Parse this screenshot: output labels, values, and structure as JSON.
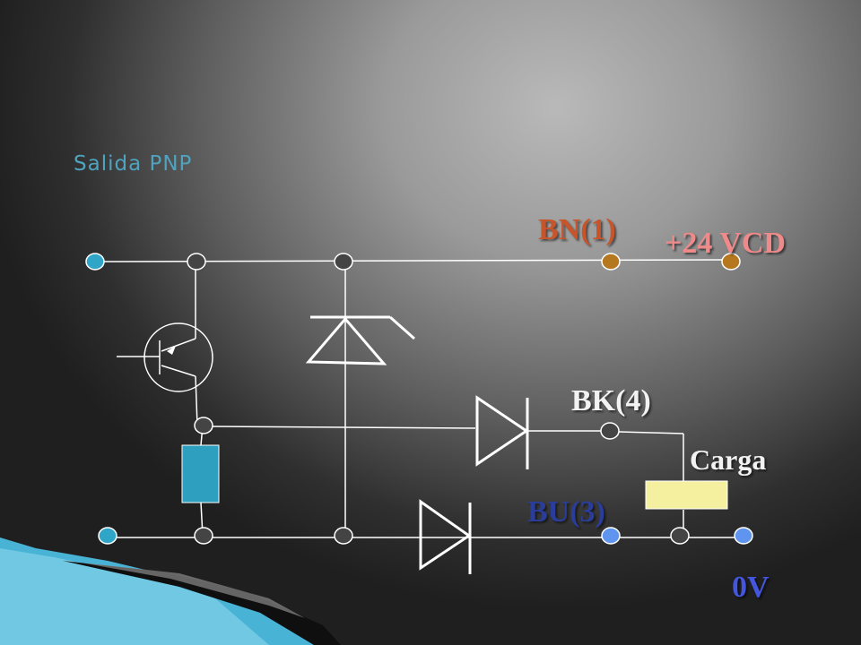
{
  "slide": {
    "title": "Salida PNP"
  },
  "labels": {
    "bn": "BN(1)",
    "vcd": "+24 VCD",
    "bk": "BK(4)",
    "carga": "Carga",
    "bu": "BU(3)",
    "zero_v": "0V"
  },
  "colors": {
    "title": "#4fa3bf",
    "bn_label": "#c8552a",
    "vcd_label": "#f08a8a",
    "bu_label": "#2a3d9a",
    "zero_v_label": "#4456dd",
    "brown_terminal": "#b5781e",
    "blue_terminal": "#5f95ee",
    "cyan_terminal": "#2fa6c8",
    "dark_node": "#444444",
    "resistor": "#2f9fbf",
    "load": "#f5f0a0",
    "wire": "#ffffff"
  }
}
